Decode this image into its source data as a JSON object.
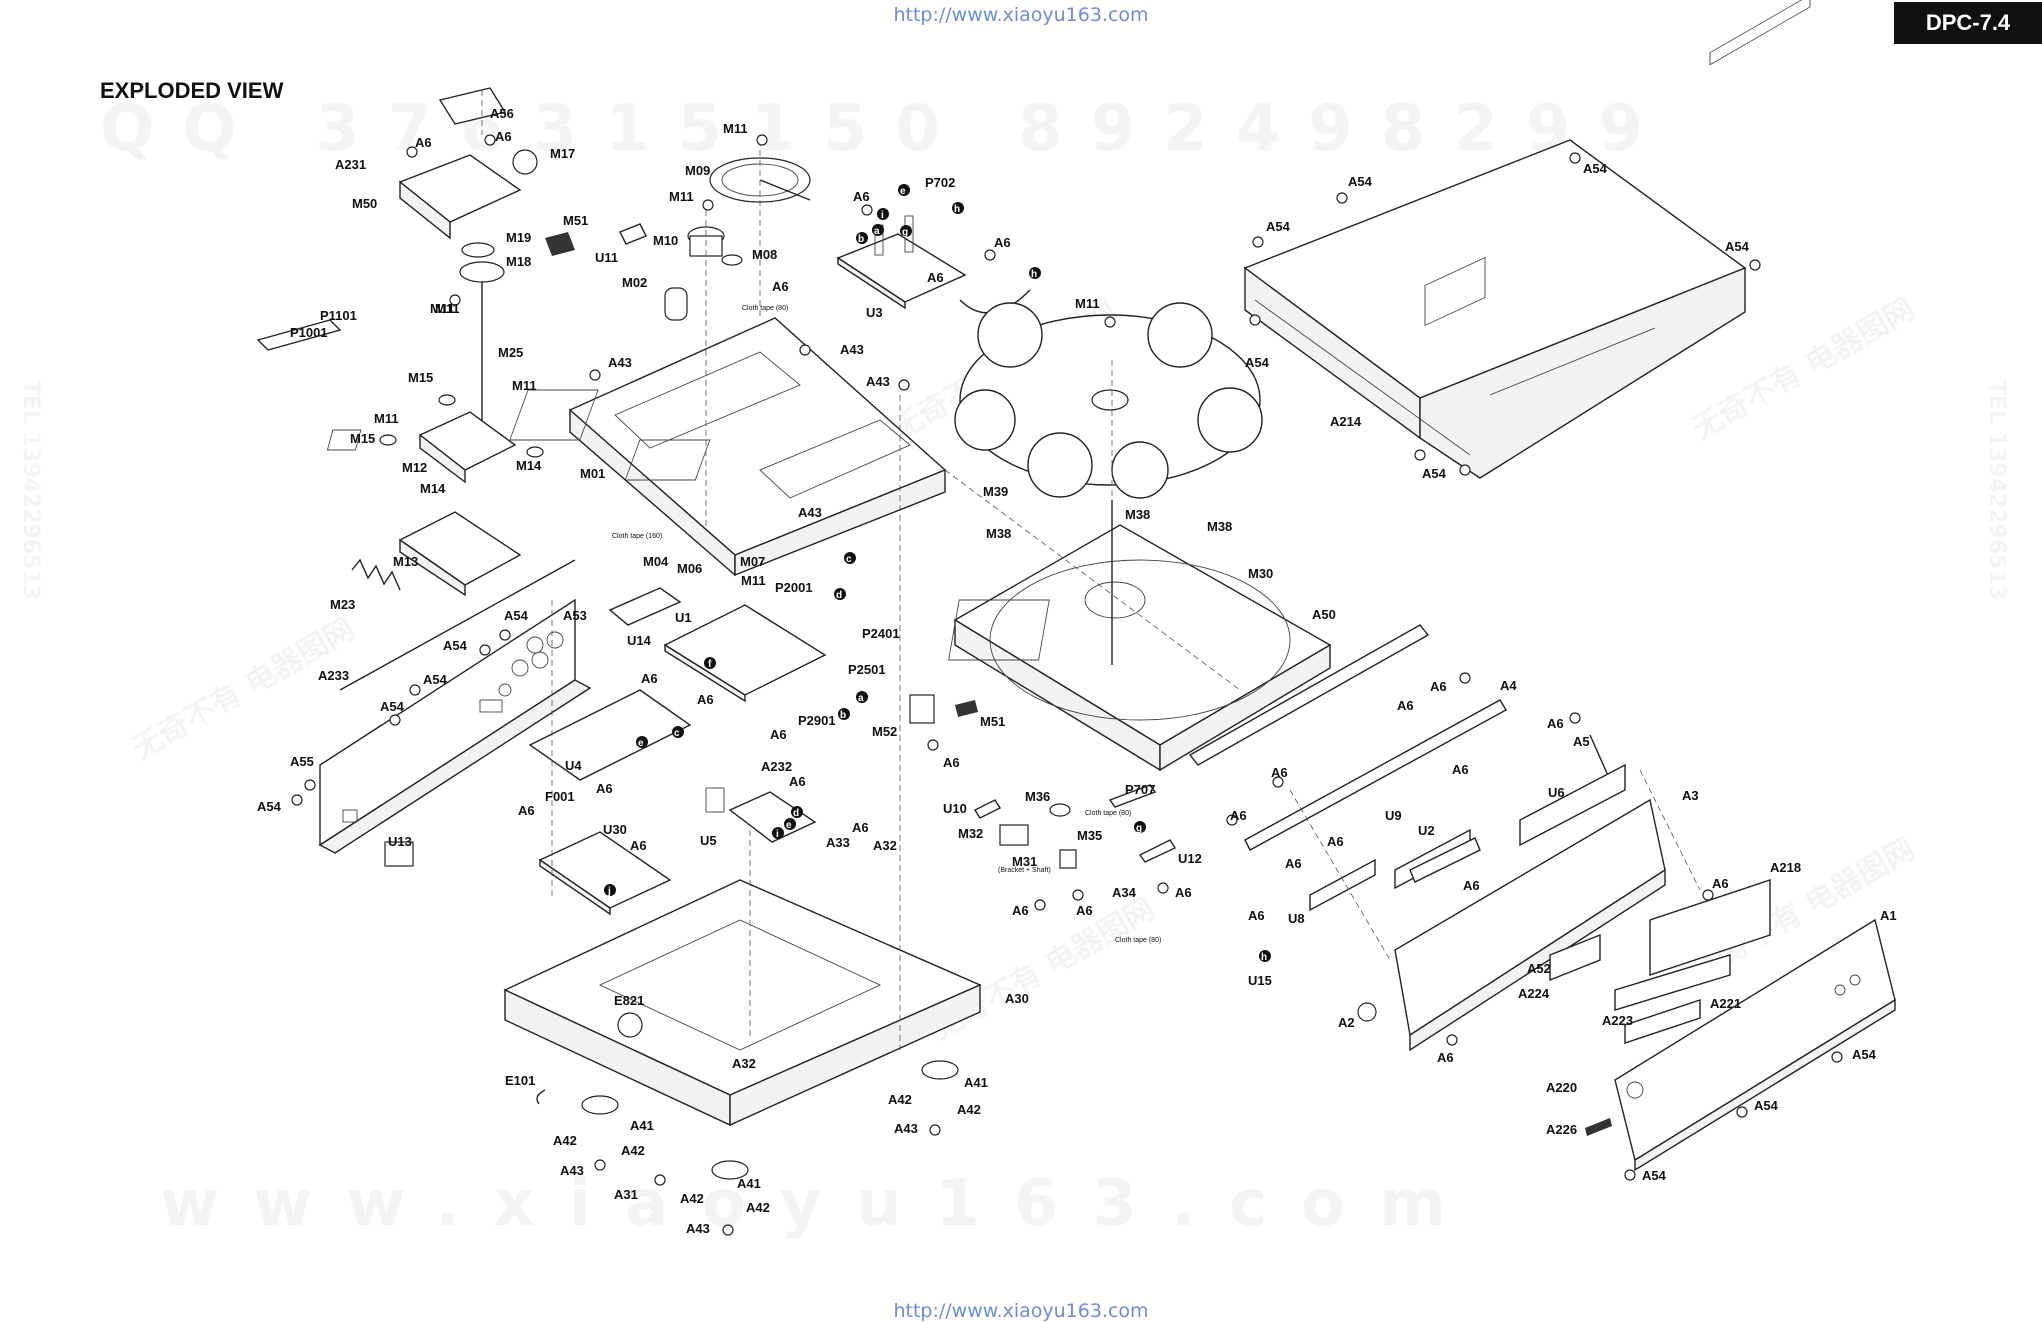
{
  "header": {
    "url_top": "http://www.xiaoyu163.com",
    "url_bottom": "http://www.xiaoyu163.com",
    "model": "DPC-7.4",
    "title": "EXPLODED VIEW"
  },
  "watermarks": {
    "qq": "QQ 376315150   892498299",
    "site": "www.xiaoyu163.com",
    "tel": "TEL 13942296513",
    "cn": "无奇不有 电器图网"
  },
  "notes": {
    "cloth_tape_80": "Cloth tape (80)",
    "cloth_tape_160": "Cloth tape (160)",
    "bracket_shaft": "(Bracket + Shaft)"
  },
  "callouts": {
    "a": "a",
    "b": "b",
    "c": "c",
    "d": "d",
    "e": "e",
    "f": "f",
    "g": "g",
    "h": "h",
    "i": "i",
    "j": "j"
  },
  "labels": {
    "A56": "A56",
    "A6": "A6",
    "A231": "A231",
    "M17": "M17",
    "M50": "M50",
    "M51": "M51",
    "M19": "M19",
    "M18": "M18",
    "M11": "M11",
    "M09": "M09",
    "M10": "M10",
    "M08": "M08",
    "U11": "U11",
    "M02": "M02",
    "P702": "P702",
    "U3": "U3",
    "A54": "A54",
    "P1101": "P1101",
    "P1001": "P1001",
    "M25": "M25",
    "M15": "M15",
    "A43": "A43",
    "M12": "M12",
    "M14": "M14",
    "M01": "M01",
    "M13": "M13",
    "M23": "M23",
    "M04": "M04",
    "M06": "M06",
    "M07": "M07",
    "M39": "M39",
    "M38": "M38",
    "M30": "M30",
    "A214": "A214",
    "A53": "A53",
    "U14": "U14",
    "U1": "U1",
    "P2001": "P2001",
    "P2401": "P2401",
    "P2501": "P2501",
    "P2901": "P2901",
    "A233": "A233",
    "U4": "U4",
    "A50": "A50",
    "A4": "A4",
    "A5": "A5",
    "M52": "M52",
    "A55": "A55",
    "F001": "F001",
    "U30": "U30",
    "A232": "A232",
    "U5": "U5",
    "A33": "A33",
    "A32": "A32",
    "U13": "U13",
    "U10": "U10",
    "M36": "M36",
    "P707": "P707",
    "M32": "M32",
    "M35": "M35",
    "M31": "M31",
    "A34": "A34",
    "U12": "U12",
    "U9": "U9",
    "U6": "U6",
    "U2": "U2",
    "A3": "A3",
    "U8": "U8",
    "A218": "A218",
    "U15": "U15",
    "A1": "A1",
    "A52": "A52",
    "A224": "A224",
    "A2": "A2",
    "A223": "A223",
    "A221": "A221",
    "A30": "A30",
    "E821": "E821",
    "E101": "E101",
    "A41": "A41",
    "A42": "A42",
    "A31": "A31",
    "A220": "A220",
    "A226": "A226"
  }
}
